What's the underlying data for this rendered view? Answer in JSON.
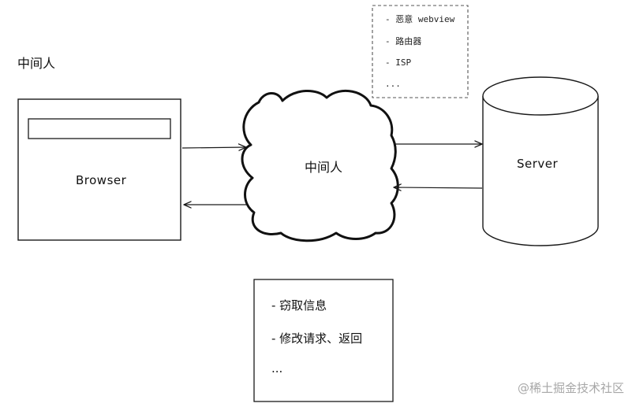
{
  "diagram": {
    "heading": "中间人",
    "browser": {
      "label": "Browser"
    },
    "middleman": {
      "label": "中间人"
    },
    "server": {
      "label": "Server"
    },
    "middleman_types": {
      "items": [
        "- 恶意 webview",
        "- 路由器",
        "- ISP",
        "..."
      ]
    },
    "effects": {
      "items": [
        "- 窃取信息",
        "- 修改请求、返回",
        "..."
      ]
    }
  },
  "watermark": "@稀土掘金技术社区",
  "colors": {
    "stroke": "#1a1a1a",
    "dashed_box": "#555555",
    "watermark": "#a7a7a7",
    "background": "#ffffff"
  }
}
